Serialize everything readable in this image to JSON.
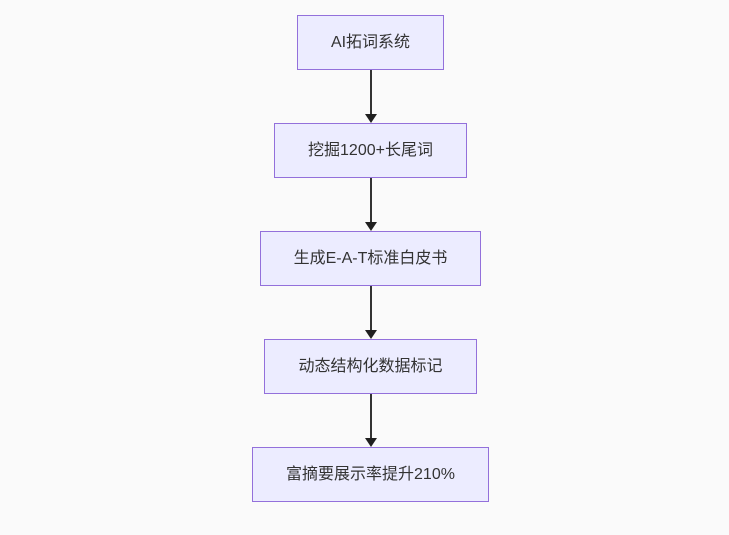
{
  "diagram": {
    "type": "flowchart-top-down",
    "nodes": [
      {
        "id": "A",
        "label": "AI拓词系统"
      },
      {
        "id": "B",
        "label": "挖掘1200+长尾词"
      },
      {
        "id": "C",
        "label": "生成E-A-T标准白皮书"
      },
      {
        "id": "D",
        "label": "动态结构化数据标记"
      },
      {
        "id": "E",
        "label": "富摘要展示率提升210%"
      }
    ],
    "edges": [
      {
        "from": "A",
        "to": "B"
      },
      {
        "from": "B",
        "to": "C"
      },
      {
        "from": "C",
        "to": "D"
      },
      {
        "from": "D",
        "to": "E"
      }
    ]
  },
  "colors": {
    "background": "#fafafa",
    "node_fill": "#ECECFF",
    "node_border": "#9370DB",
    "node_text": "#333333",
    "arrow_line": "#333333",
    "arrow_head": "#1f1f1f"
  }
}
